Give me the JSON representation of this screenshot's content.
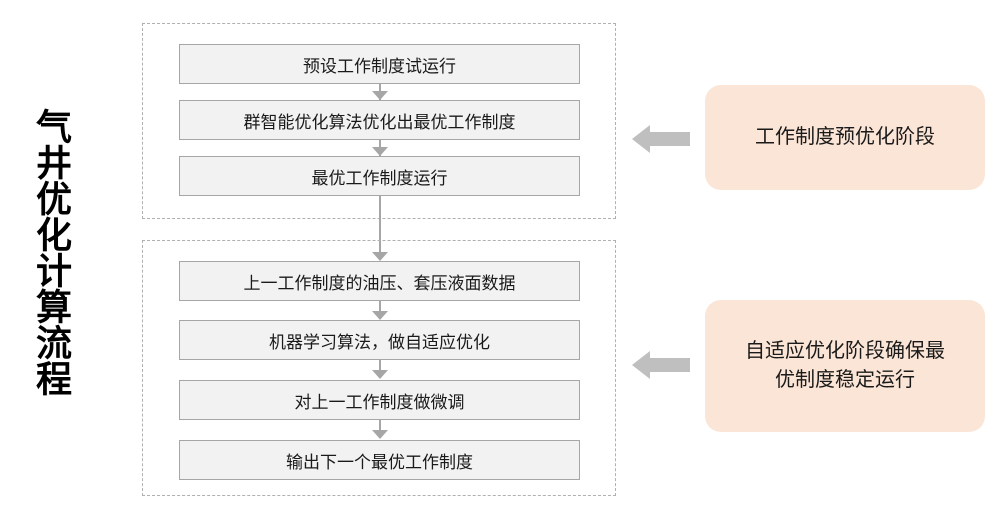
{
  "title": {
    "text": "气井优化计算流程"
  },
  "colors": {
    "box_fill": "#f2f2f2",
    "box_border": "#a6a6a6",
    "callout_fill": "#fbe5d6",
    "arrow_gray": "#bfbfbf",
    "group_border": "#b0b0b0",
    "text": "#1a1a1a"
  },
  "groups": [
    {
      "name": "pre-optimization-stage",
      "steps": [
        {
          "label": "预设工作制度试运行"
        },
        {
          "label": "群智能优化算法优化出最优工作制度"
        },
        {
          "label": "最优工作制度运行"
        }
      ],
      "callout": "工作制度预优化阶段",
      "arrow_icon": "left-block-arrow-icon"
    },
    {
      "name": "adaptive-optimization-stage",
      "steps": [
        {
          "label": "上一工作制度的油压、套压液面数据"
        },
        {
          "label": "机器学习算法，做自适应优化"
        },
        {
          "label": "对上一工作制度做微调"
        },
        {
          "label": "输出下一个最优工作制度"
        }
      ],
      "callout_line1": "自适应优化阶段确保最",
      "callout_line2": "优制度稳定运行",
      "arrow_icon": "left-block-arrow-icon"
    }
  ]
}
